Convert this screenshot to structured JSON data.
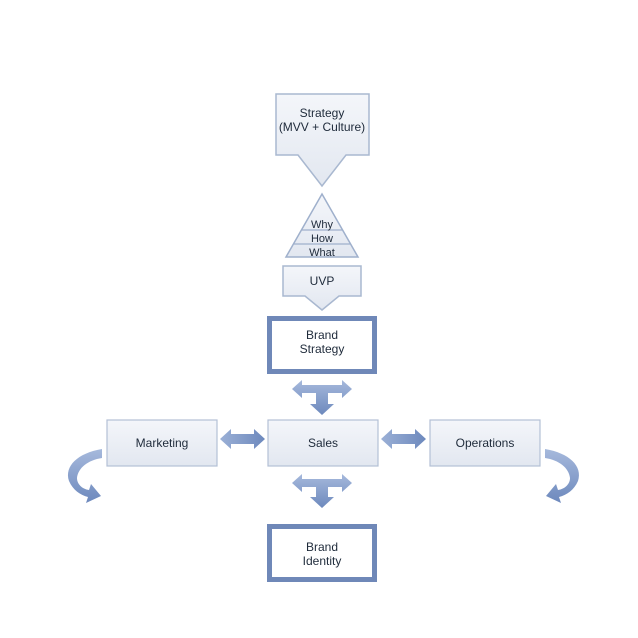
{
  "strategy": {
    "line1": "Strategy",
    "line2": "(MVV + Culture)"
  },
  "pyramid": {
    "why": "Why",
    "how": "How",
    "what": "What"
  },
  "uvp": "UVP",
  "brand_strategy": {
    "line1": "Brand",
    "line2": "Strategy"
  },
  "marketing": "Marketing",
  "sales": "Sales",
  "operations": "Operations",
  "brand_identity": {
    "line1": "Brand",
    "line2": "Identity"
  },
  "colors": {
    "box_fill": "#e9edf4",
    "box_stroke": "#a9b8d0",
    "dark_border": "#6f88b8",
    "arrow": "#7f99c8",
    "text": "#1e2a3a"
  }
}
